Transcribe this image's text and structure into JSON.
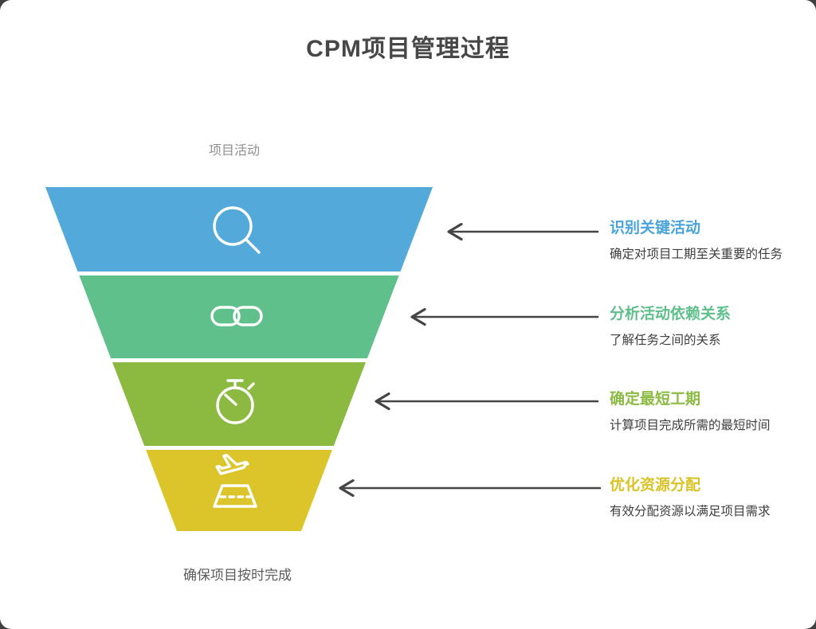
{
  "title": "CPM项目管理过程",
  "funnel": {
    "top_label": "项目活动",
    "bottom_label": "确保项目按时完成",
    "stages": [
      {
        "name": "识别关键活动",
        "icon": "magnifier-icon",
        "color": "#54A9DB"
      },
      {
        "name": "分析活动依赖关系",
        "icon": "chain-link-icon",
        "color": "#5FC08B"
      },
      {
        "name": "确定最短工期",
        "icon": "stopwatch-icon",
        "color": "#8CB93F"
      },
      {
        "name": "优化资源分配",
        "icon": "plane-takeoff-icon",
        "color": "#DCC52B"
      }
    ]
  },
  "steps": [
    {
      "heading": "识别关键活动",
      "description": "确定对项目工期至关重要的任务",
      "color": "#4AA4DA"
    },
    {
      "heading": "分析活动依赖关系",
      "description": "了解任务之间的关系",
      "color": "#5FBF8B"
    },
    {
      "heading": "确定最短工期",
      "description": "计算项目完成所需的最短时间",
      "color": "#8CBB44"
    },
    {
      "heading": "优化资源分配",
      "description": "有效分配资源以满足项目需求",
      "color": "#D9C326"
    }
  ],
  "arrow_color": "#454545"
}
